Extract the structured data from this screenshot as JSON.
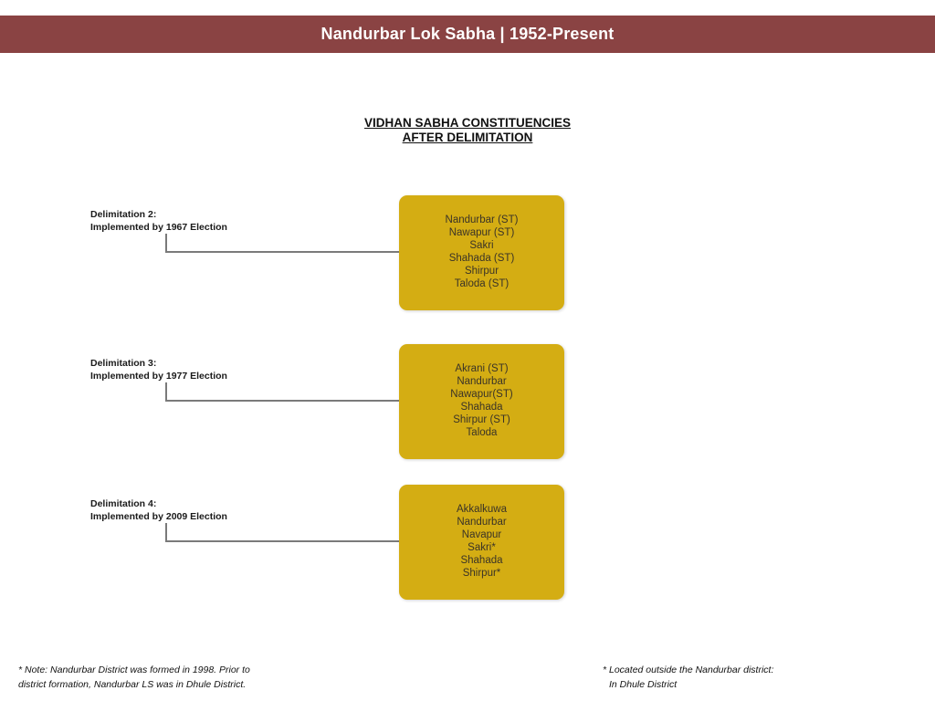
{
  "banner": {
    "title": "Nandurbar Lok Sabha | 1952-Present",
    "background_color": "#8a4343",
    "text_color": "#ffffff"
  },
  "heading": {
    "line1": "VIDHAN SABHA CONSTITUENCIES",
    "line2": "AFTER DELIMITATION"
  },
  "box_color": "#d4ad13",
  "connector_color": "#7a7a7a",
  "rows": [
    {
      "label_line1": "Delimitation 2:",
      "label_line2": "Implemented by 1967 Election",
      "constituencies": [
        "Nandurbar (ST)",
        "Nawapur (ST)",
        "Sakri",
        "Shahada (ST)",
        "Shirpur",
        "Taloda (ST)"
      ]
    },
    {
      "label_line1": "Delimitation 3:",
      "label_line2": "Implemented by 1977 Election",
      "constituencies": [
        "Akrani (ST)",
        "Nandurbar",
        "Nawapur(ST)",
        "Shahada",
        "Shirpur (ST)",
        "Taloda"
      ]
    },
    {
      "label_line1": "Delimitation 4:",
      "label_line2": "Implemented by 2009 Election",
      "constituencies": [
        "Akkalkuwa",
        "Nandurbar",
        "Navapur",
        "Sakri*",
        "Shahada",
        "Shirpur*"
      ]
    }
  ],
  "footnotes": {
    "left_line1": "* Note: Nandurbar District was formed in 1998. Prior to",
    "left_line2": "district formation, Nandurbar LS was in Dhule District.",
    "right_line1": "* Located outside the Nandurbar district:",
    "right_line2": "In Dhule District"
  }
}
